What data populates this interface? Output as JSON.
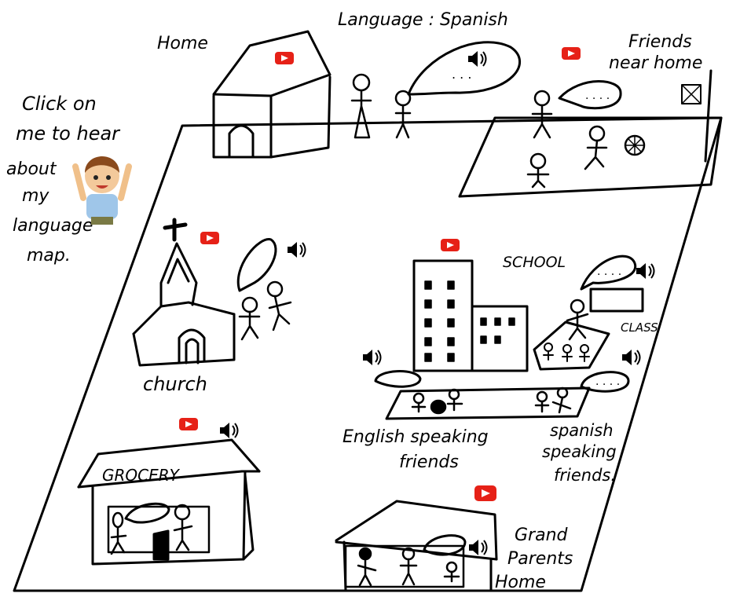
{
  "title": "Language : Spanish",
  "intro": {
    "line1": "Click on",
    "line2": "me to hear",
    "line3": "about",
    "line4": "my",
    "line5": "language",
    "line6": "map."
  },
  "places": {
    "home": "Home",
    "friends_line1": "Friends",
    "friends_line2": "near home",
    "school": "SCHOOL",
    "class": "CLASS",
    "church": "church",
    "grocery": "GROCERY",
    "english_line1": "English speaking",
    "english_line2": "friends",
    "spanish_line1": "spanish",
    "spanish_line2": "speaking",
    "spanish_line3": "friends.",
    "grand_line1": "Grand",
    "grand_line2": "Parents",
    "grand_line3": "Home"
  },
  "colors": {
    "video_red": "#e62117",
    "ink": "#000000"
  },
  "icons": {
    "video": "play-video-icon",
    "audio": "speaker-icon"
  }
}
